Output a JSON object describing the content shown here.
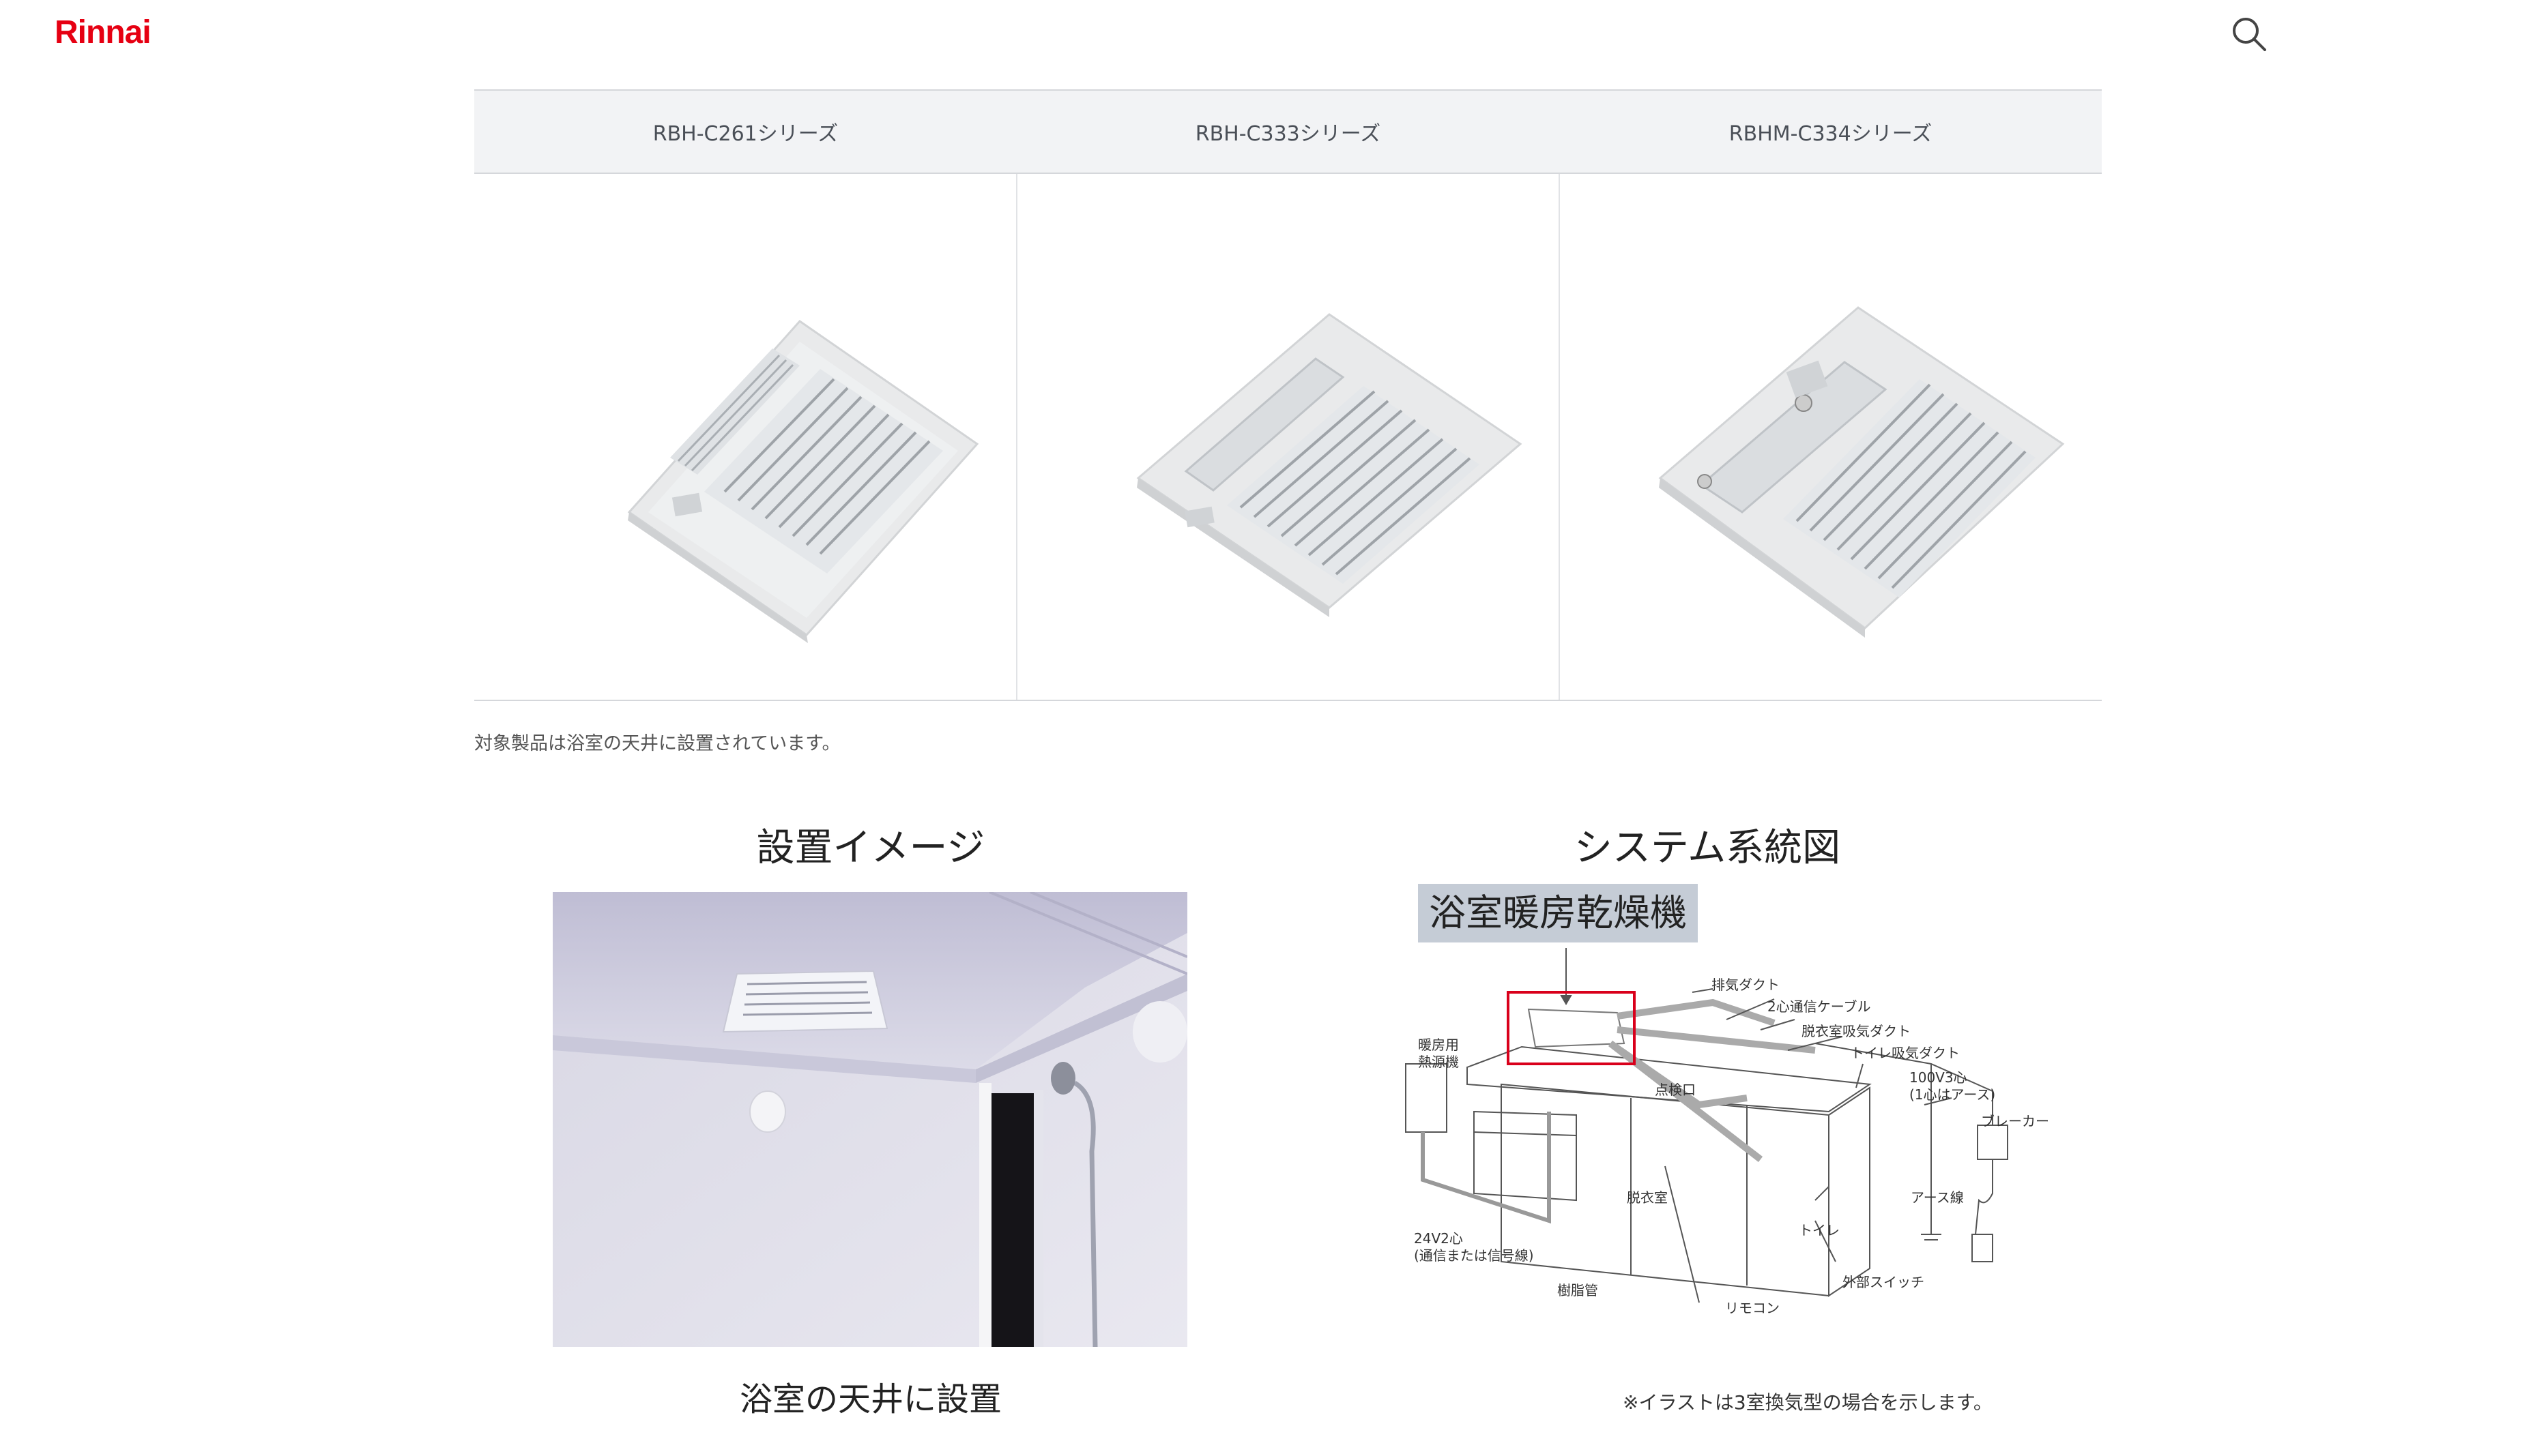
{
  "header": {
    "logo_text": "Rinnai",
    "search_icon": "search-icon",
    "brand_color": "#e60012"
  },
  "products": {
    "tabs": [
      {
        "label": "RBH-C261シリーズ"
      },
      {
        "label": "RBH-C333シリーズ"
      },
      {
        "label": "RBHM-C334シリーズ"
      }
    ],
    "note": "対象製品は浴室の天井に設置されています。"
  },
  "install": {
    "title": "設置イメージ",
    "caption": "浴室の天井に設置"
  },
  "system": {
    "title": "システム系統図",
    "highlight_label": "浴室暖房乾燥機",
    "labels": {
      "exhaust_duct": "排気ダクト",
      "cable": "2心通信ケーブル",
      "dressing_duct": "脱衣室吸気ダクト",
      "toilet_duct": "トイレ吸気ダクト",
      "power_1": "100V3心",
      "power_2": "(1心はアース)",
      "breaker": "ブレーカー",
      "heat_source_1": "暖房用",
      "heat_source_2": "熱源機",
      "inspection": "点検口",
      "ground": "アース線",
      "dressing_room": "脱衣室",
      "toilet": "トイレ",
      "wire_1": "24V2心",
      "wire_2": "(通信または信号線)",
      "pipe": "樹脂管",
      "remote": "リモコン",
      "ext_switch": "外部スイッチ"
    },
    "note": "※イラストは3室換気型の場合を示します。"
  }
}
